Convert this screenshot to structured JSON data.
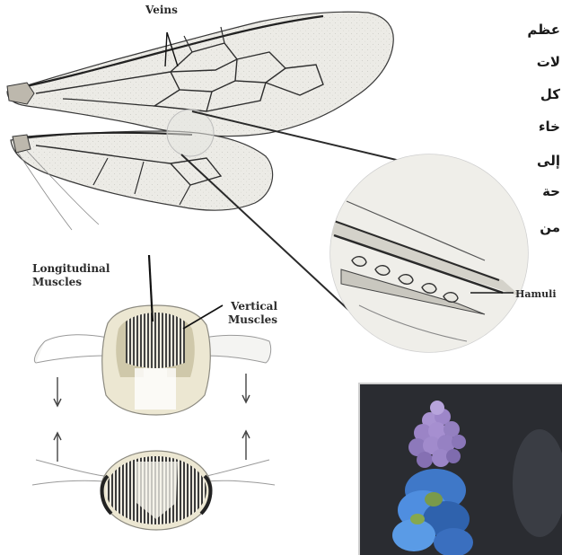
{
  "labels": {
    "veins": "Veins",
    "longitudinal_line1": "Longitudinal",
    "longitudinal_line2": "Muscles",
    "vertical_line1": "Vertical",
    "vertical_line2": "Muscles",
    "hamuli": "Hamuli"
  },
  "arabic_fragments": [
    "عظم",
    "لات",
    "كل",
    "خاء",
    "إلى",
    "حة",
    "من"
  ],
  "colors": {
    "wing_fill": "#ebebe6",
    "vein": "#2e2e2e",
    "muscle_dark": "#2b2b2b",
    "thorax_cream": "#ece7d2",
    "photo_bg": "#2a2c31",
    "flower_purple": "#9d86c9",
    "bee_blue": "#3f78c8"
  }
}
